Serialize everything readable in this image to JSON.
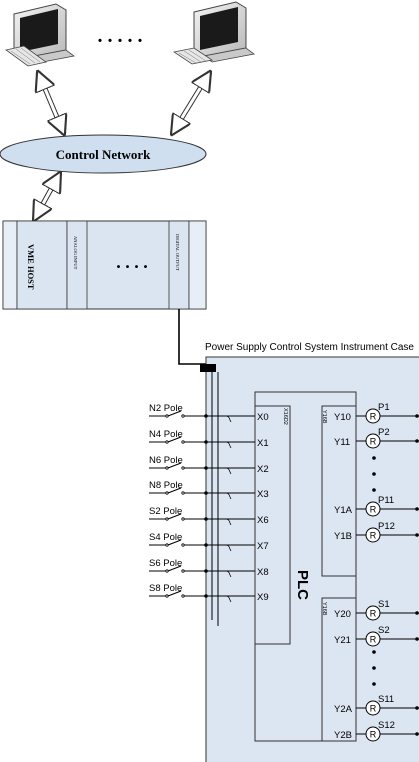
{
  "network": {
    "label": "Control Network",
    "ellipsis": ". . . . ."
  },
  "vme_rack": {
    "slots": [
      "VME HOST",
      "ANALOG INPUT",
      "DIGITAL OUTPUT"
    ],
    "ellipsis": ". . . ."
  },
  "instrument_case": {
    "title": "Power Supply Control System Instrument Case"
  },
  "plc": {
    "label": "PLC",
    "input_card_tag": "X16D2",
    "output_card_tag": "Y16B",
    "inputs": [
      {
        "switch": "N2 Pole",
        "terminal": "X0"
      },
      {
        "switch": "N4 Pole",
        "terminal": "X1"
      },
      {
        "switch": "N6 Pole",
        "terminal": "X2"
      },
      {
        "switch": "N8 Pole",
        "terminal": "X3"
      },
      {
        "switch": "S2 Pole",
        "terminal": "X6"
      },
      {
        "switch": "S4 Pole",
        "terminal": "X7"
      },
      {
        "switch": "S6 Pole",
        "terminal": "X8"
      },
      {
        "switch": "S8 Pole",
        "terminal": "X9"
      }
    ],
    "output_group_1": [
      {
        "terminal": "Y10",
        "relay": "R",
        "label": "P1"
      },
      {
        "terminal": "Y11",
        "relay": "R",
        "label": "P2"
      },
      {
        "terminal": "Y1A",
        "relay": "R",
        "label": "P11"
      },
      {
        "terminal": "Y1B",
        "relay": "R",
        "label": "P12"
      }
    ],
    "output_group_2": [
      {
        "terminal": "Y20",
        "relay": "R",
        "label": "S1"
      },
      {
        "terminal": "Y21",
        "relay": "R",
        "label": "S2"
      },
      {
        "terminal": "Y2A",
        "relay": "R",
        "label": "S11"
      },
      {
        "terminal": "Y2B",
        "relay": "R",
        "label": "S12"
      }
    ]
  },
  "colors": {
    "case_fill": "#dce6f2",
    "ellipse_fill": "#d0dff0",
    "rack_fill": "#dae5f1",
    "line": "#000000"
  }
}
